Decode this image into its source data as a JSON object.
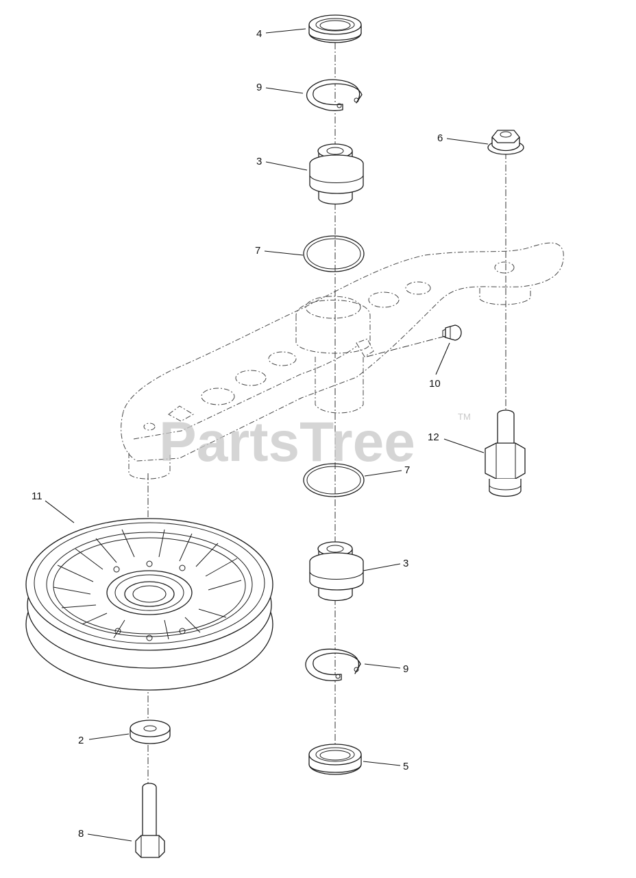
{
  "watermark": {
    "brand": "PartsTree",
    "mark": "TM"
  },
  "callouts": [
    {
      "id": "c4",
      "label": "4"
    },
    {
      "id": "c9a",
      "label": "9"
    },
    {
      "id": "c3a",
      "label": "3"
    },
    {
      "id": "c7a",
      "label": "7"
    },
    {
      "id": "c6",
      "label": "6"
    },
    {
      "id": "c10",
      "label": "10"
    },
    {
      "id": "c12",
      "label": "12"
    },
    {
      "id": "c7b",
      "label": "7"
    },
    {
      "id": "c11",
      "label": "11"
    },
    {
      "id": "c3b",
      "label": "3"
    },
    {
      "id": "c9b",
      "label": "9"
    },
    {
      "id": "c2",
      "label": "2"
    },
    {
      "id": "c5",
      "label": "5"
    },
    {
      "id": "c8",
      "label": "8"
    }
  ]
}
